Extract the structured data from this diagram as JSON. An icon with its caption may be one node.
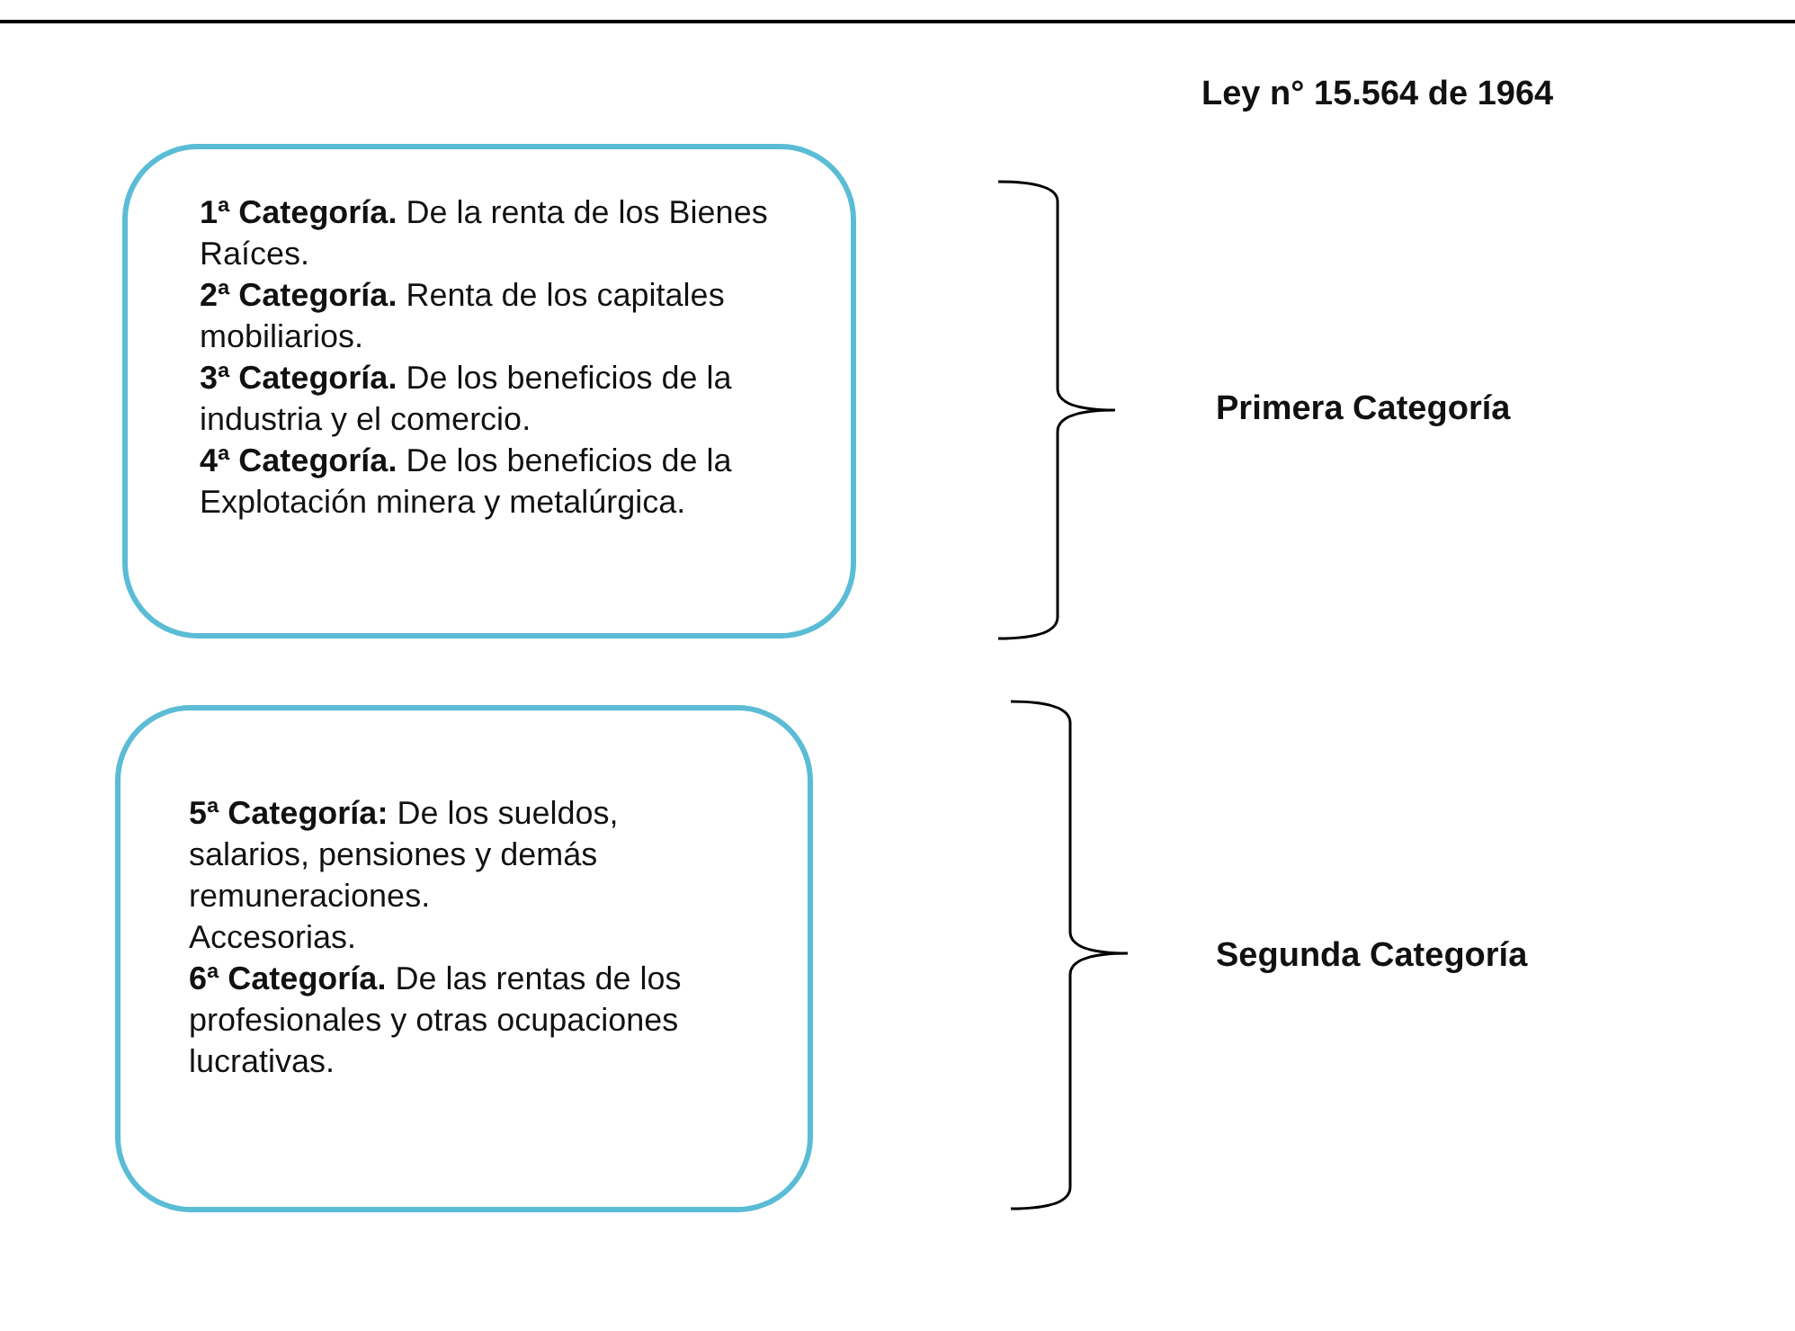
{
  "diagram": {
    "title": "Ley n° 15.564 de 1964",
    "nodes": [
      {
        "text": [
          "**1ª Categoría.** De la renta de los Bienes Raíces.",
          "**2ª Categoría.** Renta de los capitales mobiliarios.",
          "**3ª Categoría.** De los beneficios de la industria y el comercio.",
          "**4ª Categoría.** De los beneficios de la Explotación minera y metalúrgica."
        ]
      },
      {
        "text": [
          "**5ª Categoría:** De los sueldos, salarios, pensiones y demás remuneraciones.",
          "Accesorias.",
          "**6ª Categoría.** De las rentas de los profesionales y otras ocupaciones lucrativas."
        ]
      }
    ],
    "labels": [
      "Primera Categoría",
      "Segunda Categoría"
    ]
  }
}
